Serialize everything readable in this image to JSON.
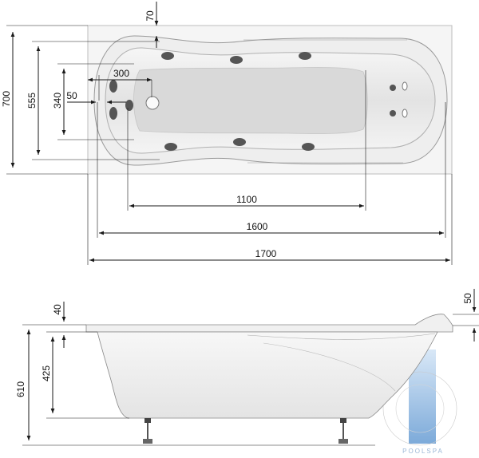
{
  "top_view": {
    "dimensions": {
      "d70": "70",
      "d700": "700",
      "d555": "555",
      "d340": "340",
      "d50": "50",
      "d300": "300",
      "d1100": "1100",
      "d1600": "1600",
      "d1700": "1700"
    }
  },
  "side_view": {
    "dimensions": {
      "d40": "40",
      "d50": "50",
      "d425": "425",
      "d610": "610"
    }
  },
  "watermark": {
    "text": "POOLSPA"
  },
  "colors": {
    "line": "#1a1a1a",
    "tub_fill": "#f2f2f2",
    "tub_inner": "#e6e6e6",
    "nozzle": "#505050",
    "watermark": "#3c7fc4"
  }
}
